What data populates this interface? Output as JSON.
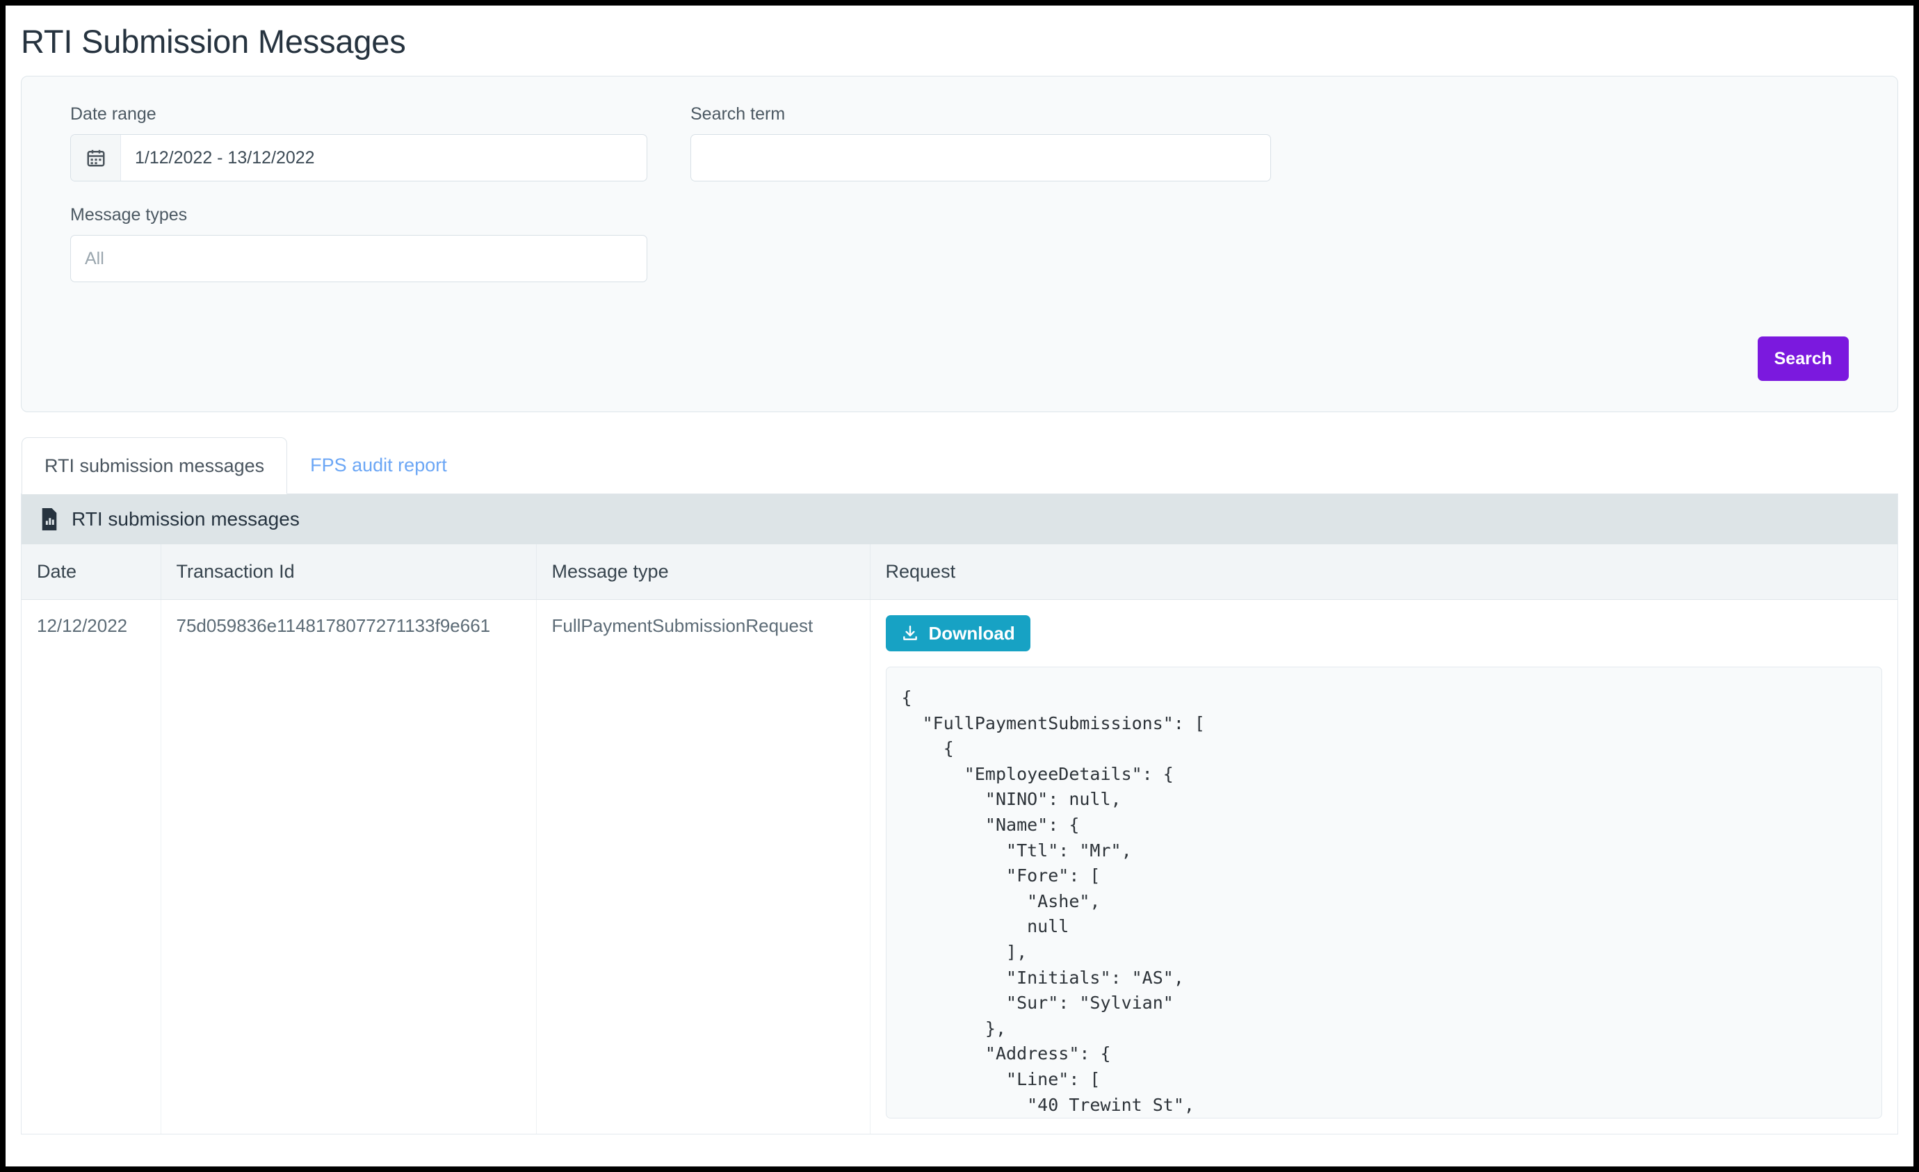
{
  "page": {
    "title": "RTI Submission Messages"
  },
  "filters": {
    "date_range": {
      "label": "Date range",
      "icon": "calendar-icon",
      "value": "1/12/2022 - 13/12/2022",
      "placeholder": ""
    },
    "search_term": {
      "label": "Search term",
      "value": "",
      "placeholder": ""
    },
    "message_types": {
      "label": "Message types",
      "value": "",
      "placeholder": "All",
      "selected_option": "All",
      "options": [
        "All"
      ]
    },
    "search_button": {
      "label": "Search",
      "color": "#7b19de"
    }
  },
  "tabs": [
    {
      "label": "RTI submission messages",
      "active": true
    },
    {
      "label": "FPS audit report",
      "active": false
    }
  ],
  "card": {
    "icon": "file-chart-icon",
    "title": "RTI submission messages"
  },
  "table": {
    "columns": [
      "Date",
      "Transaction Id",
      "Message type",
      "Request"
    ],
    "rows": [
      {
        "date": "12/12/2022",
        "transaction_id": "75d059836e1148178077271133f9e661",
        "message_type": "FullPaymentSubmissionRequest",
        "download_label": "Download",
        "download_icon": "download-icon",
        "download_color": "#17a2c4",
        "request_json": "{\n  \"FullPaymentSubmissions\": [\n    {\n      \"EmployeeDetails\": {\n        \"NINO\": null,\n        \"Name\": {\n          \"Ttl\": \"Mr\",\n          \"Fore\": [\n            \"Ashe\",\n            null\n          ],\n          \"Initials\": \"AS\",\n          \"Sur\": \"Sylvian\"\n        },\n        \"Address\": {\n          \"Line\": [\n            \"40 Trewint St\","
      }
    ]
  }
}
